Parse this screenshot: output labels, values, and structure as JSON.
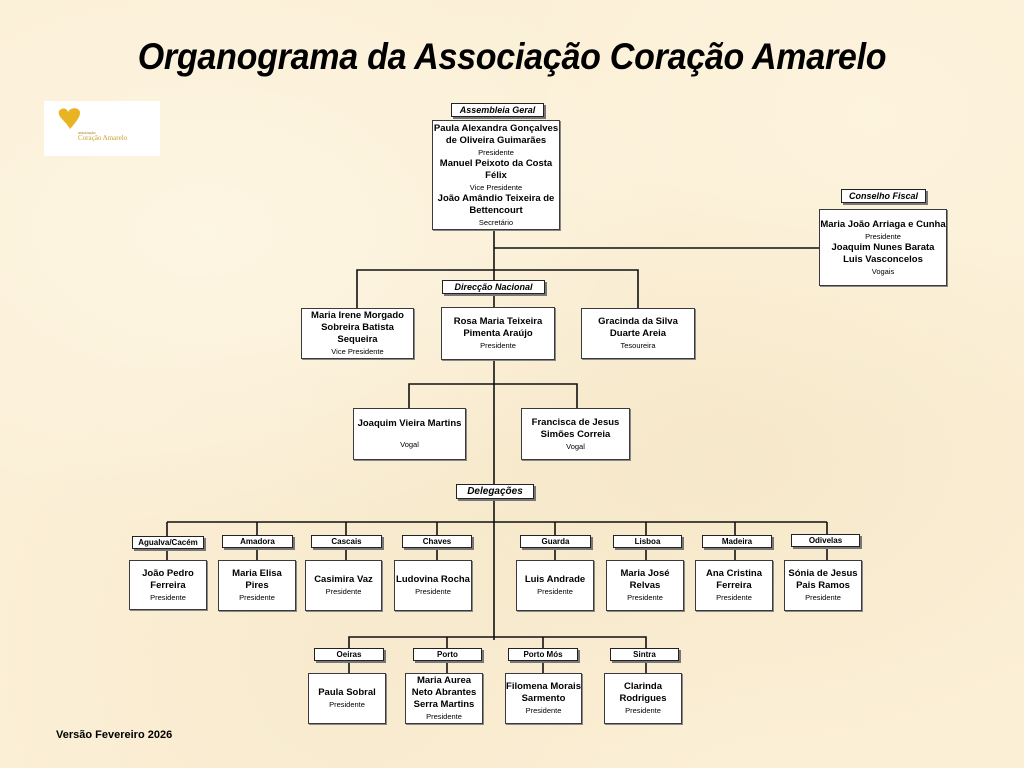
{
  "title": "Organograma da Associação Coração Amarelo",
  "logo": {
    "icon": "heart-icon",
    "small_text": "associação",
    "name_text": "Coração Amarelo",
    "heart_color": "#e8b422"
  },
  "assembleia_geral": {
    "label": "Assembleia Geral",
    "members": [
      {
        "name": "Paula Alexandra Gonçalves de Oliveira Guimarães",
        "role": "Presidente"
      },
      {
        "name": "Manuel Peixoto da Costa Félix",
        "role": "Vice Presidente"
      },
      {
        "name": "João Amândio Teixeira de Bettencourt",
        "role": "Secretário"
      }
    ]
  },
  "conselho_fiscal": {
    "label": "Conselho Fiscal",
    "members": [
      {
        "name": "Maria João Arriaga e Cunha",
        "role": "Presidente"
      },
      {
        "name": "Joaquim Nunes Barata",
        "role": ""
      },
      {
        "name": "Luis Vasconcelos",
        "role": "Vogais"
      }
    ]
  },
  "direccao_nacional": {
    "label": "Direcção Nacional",
    "members": [
      {
        "name": "Maria Irene Morgado Sobreira Batista Sequeira",
        "role": "Vice Presidente"
      },
      {
        "name": "Rosa Maria Teixeira Pimenta Araújo",
        "role": "Presidente"
      },
      {
        "name": "Gracinda da Silva Duarte Areia",
        "role": "Tesoureira"
      },
      {
        "name": "Joaquim Vieira Martins",
        "role": "Vogal"
      },
      {
        "name": "Francisca de Jesus Simões Correia",
        "role": "Vogal"
      }
    ]
  },
  "delegacoes": {
    "label": "Delegações",
    "row1": [
      {
        "place": "Agualva/Cacém",
        "name": "João Pedro Ferreira",
        "role": "Presidente"
      },
      {
        "place": "Amadora",
        "name": "Maria Elisa Pires",
        "role": "Presidente"
      },
      {
        "place": "Cascais",
        "name": "Casimira Vaz",
        "role": "Presidente"
      },
      {
        "place": "Chaves",
        "name": "Ludovina Rocha",
        "role": "Presidente"
      },
      {
        "place": "Guarda",
        "name": "Luis Andrade",
        "role": "Presidente"
      },
      {
        "place": "Lisboa",
        "name": "Maria José Relvas",
        "role": "Presidente"
      },
      {
        "place": "Madeira",
        "name": "Ana Cristina Ferreira",
        "role": "Presidente"
      },
      {
        "place": "Odivelas",
        "name": "Sónia de Jesus Pais Ramos",
        "role": "Presidente"
      }
    ],
    "row2": [
      {
        "place": "Oeiras",
        "name": "Paula Sobral",
        "role": "Presidente"
      },
      {
        "place": "Porto",
        "name": "Maria Aurea Neto Abrantes Serra Martins",
        "role": "Presidente"
      },
      {
        "place": "Porto Mós",
        "name": "Filomena Morais Sarmento",
        "role": "Presidente"
      },
      {
        "place": "Sintra",
        "name": "Clarinda Rodrigues",
        "role": "Presidente"
      }
    ]
  },
  "footer": "Versão Fevereiro 2026"
}
